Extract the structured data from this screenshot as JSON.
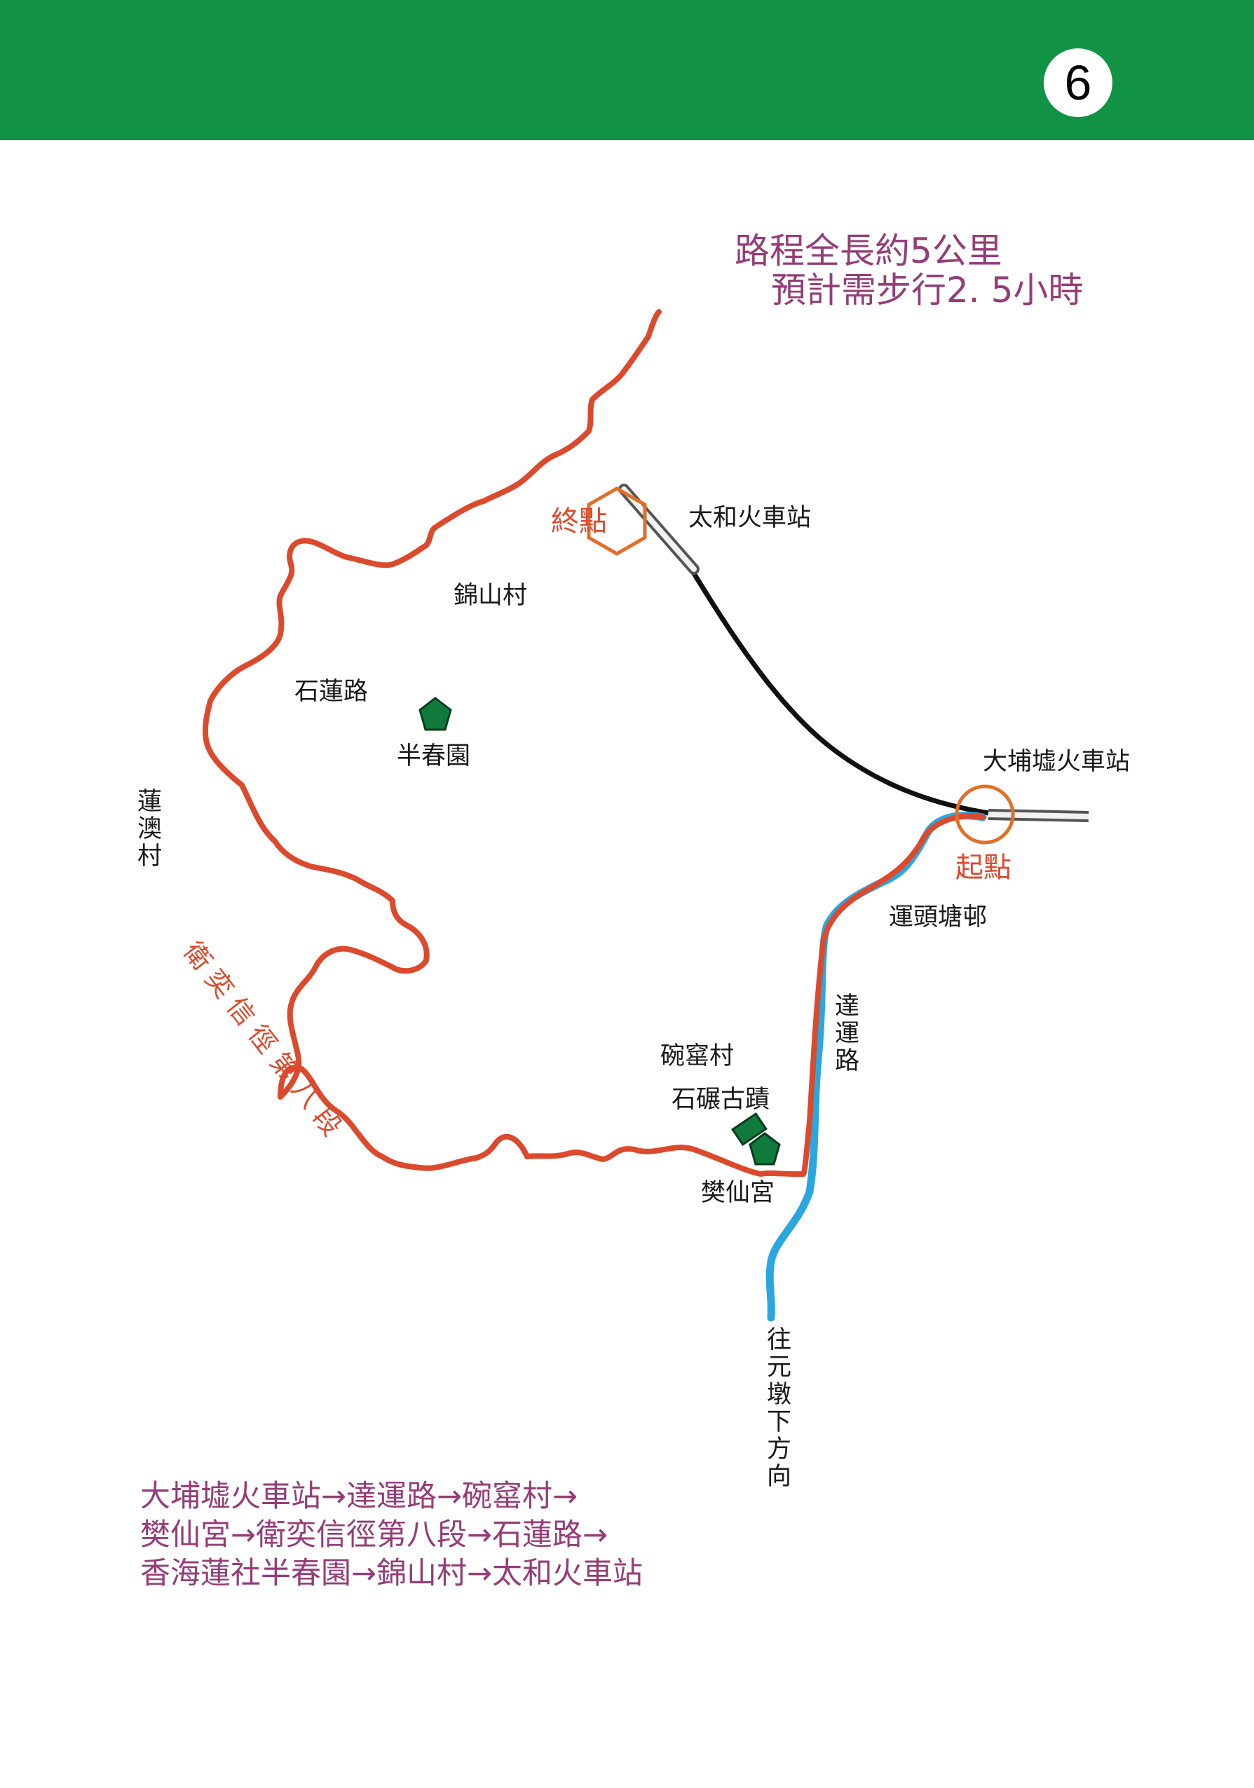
{
  "page_number": "6",
  "summary": {
    "line1": "路程全長約5公里",
    "line2": "預計需步行2. 5小時"
  },
  "labels": {
    "end_marker": "終點",
    "start_marker": "起點",
    "taihe_station": "太和火車站",
    "dapuxu_station": "大埔墟火車站",
    "kam_shan": "錦山村",
    "shek_lin_road": "石蓮路",
    "bun_chun_yuen": "半春園",
    "lin_au": "蓮澳村",
    "trail": "衛奕信徑第八段",
    "wun_yiu": "碗窰村",
    "kiln_ruins": "石碾古蹟",
    "fan_sin_temple": "樊仙宮",
    "tat_wan_road": "達運路",
    "wan_tau_tong": "運頭塘邨",
    "towards": "往元墩下方向"
  },
  "route_lines": [
    "大埔墟火車站→達運路→碗窰村→",
    "樊仙宮→衛奕信徑第八段→石蓮路→",
    "香海蓮社半春園→錦山村→太和火車站"
  ],
  "colors": {
    "header": "#129245",
    "trail": "#dc4a2d",
    "road": "#2aa7df",
    "railway": "#111111",
    "landmark": "#0f7a3c",
    "text_accent": "#953d78"
  }
}
